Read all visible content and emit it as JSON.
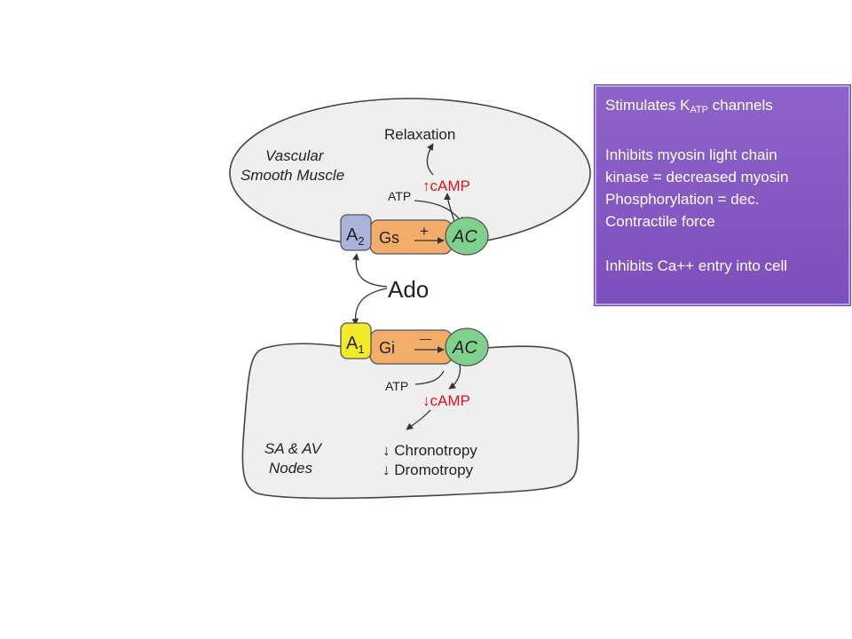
{
  "top_cell": {
    "label_line1": "Vascular",
    "label_line2": "Smooth Muscle",
    "effect": "Relaxation",
    "camp": "cAMP",
    "camp_arrow": "↑",
    "atp": "ATP",
    "receptor": "A",
    "receptor_sub": "2",
    "g_protein": "Gs",
    "g_sign": "+",
    "enzyme": "AC"
  },
  "ligand": "Ado",
  "bottom_cell": {
    "label_line1": "SA & AV",
    "label_line2": "Nodes",
    "receptor": "A",
    "receptor_sub": "1",
    "g_protein": "Gi",
    "g_sign": "—",
    "enzyme": "AC",
    "atp": "ATP",
    "camp": "cAMP",
    "camp_arrow": "↓",
    "effect1": "↓ Chronotropy",
    "effect2": "↓ Dromotropy"
  },
  "info_box": {
    "line1_prefix": "Stimulates K",
    "line1_sub": "ATP",
    "line1_suffix": " channels",
    "para2_line1": "Inhibits myosin light chain",
    "para2_line2": "kinase = decreased myosin",
    "para2_line3": "Phosphorylation = dec.",
    "para2_line4": "Contractile force",
    "para3": "Inhibits Ca++ entry into cell"
  },
  "colors": {
    "receptor_a2": "#aab3dc",
    "receptor_a1": "#f3ea2a",
    "g_protein": "#f2ad6a",
    "enzyme": "#7fd08c",
    "cell_fill": "#efefef",
    "info_box": "#8258c2"
  }
}
